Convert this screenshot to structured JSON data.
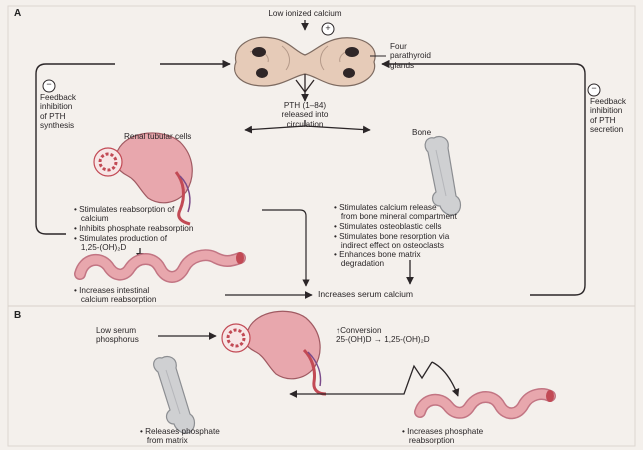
{
  "panel_a": {
    "letter": "A",
    "stimulus": "Low ionized calcium",
    "stimulus_sign": "+",
    "glands_label": "Four\nparathyroid\nglands",
    "release": "PTH (1–84)\nreleased into\ncirculation",
    "left_feedback_sign": "−",
    "left_feedback": "Feedback\ninhibition\nof PTH\nsynthesis",
    "right_feedback_sign": "−",
    "right_feedback": "Feedback\ninhibition\nof PTH\nsecretion",
    "renal_title": "Renal tubular cells",
    "bone_title": "Bone",
    "renal_effects": [
      "• Stimulates reabsorption of\n   calcium",
      "• Inhibits phosphate reabsorption",
      "• Stimulates production of\n   1,25-(OH)₂D"
    ],
    "bone_effects": [
      "• Stimulates calcium release\n   from bone mineral compartment",
      "• Stimulates osteoblastic cells",
      "• Stimulates bone resorption via\n   indirect effect on osteoclasts",
      "• Enhances bone matrix\n   degradation"
    ],
    "intestinal_effect": "• Increases intestinal\n   calcium reabsorption",
    "outcome": "Increases serum calcium"
  },
  "panel_b": {
    "letter": "B",
    "stimulus": "Low serum\nphosphorus",
    "conversion": "↑Conversion\n25-(OH)D → 1,25-(OH)₂D",
    "bone_effect": "• Releases phosphate\n   from matrix",
    "intestine_effect": "• Increases phosphate\n   reabsorption"
  },
  "colors": {
    "background": "#f4f0ec",
    "organ_pink": "#e8a7ad",
    "organ_red": "#c24a55",
    "gland_tan": "#e6cbb8",
    "gland_dark": "#2f2627",
    "bone_gray": "#cfd0d2",
    "arrow": "#2b2628"
  }
}
